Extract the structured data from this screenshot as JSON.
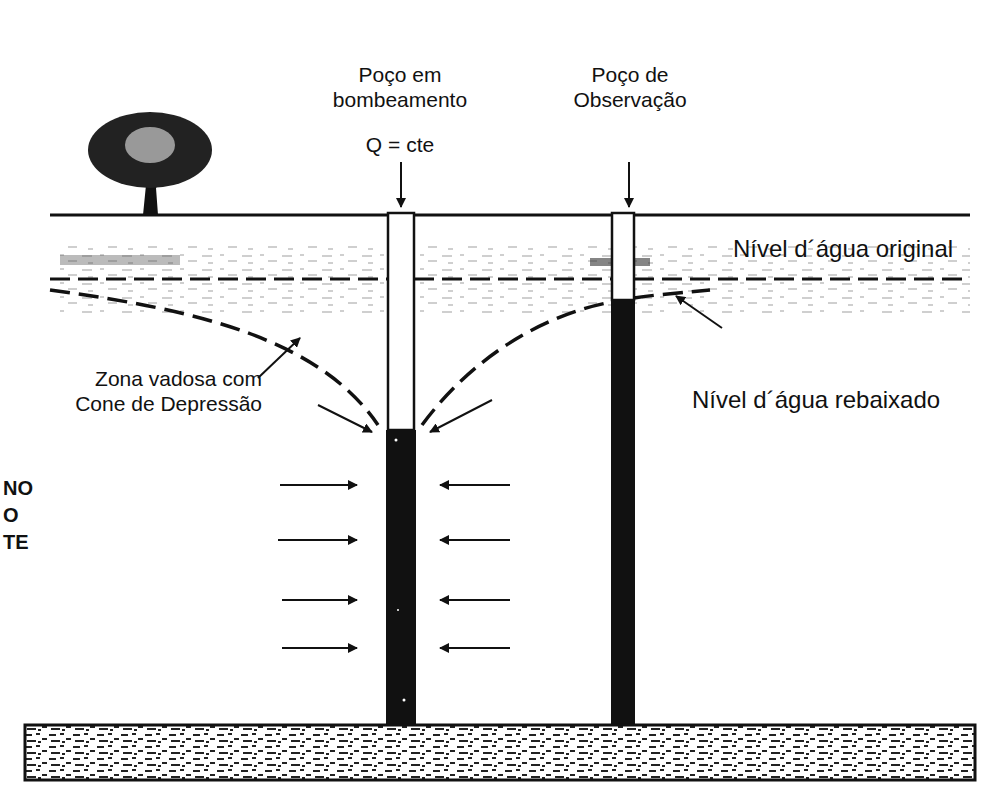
{
  "diagram": {
    "labels": [
      "Poço em bombeamento",
      "Q = cte",
      "Poço de Observação",
      "Nível d´água original",
      "Zona vadosa com Cone de Depressão",
      "Nível d´água rebaixado",
      "NO",
      "O",
      "TE"
    ]
  }
}
